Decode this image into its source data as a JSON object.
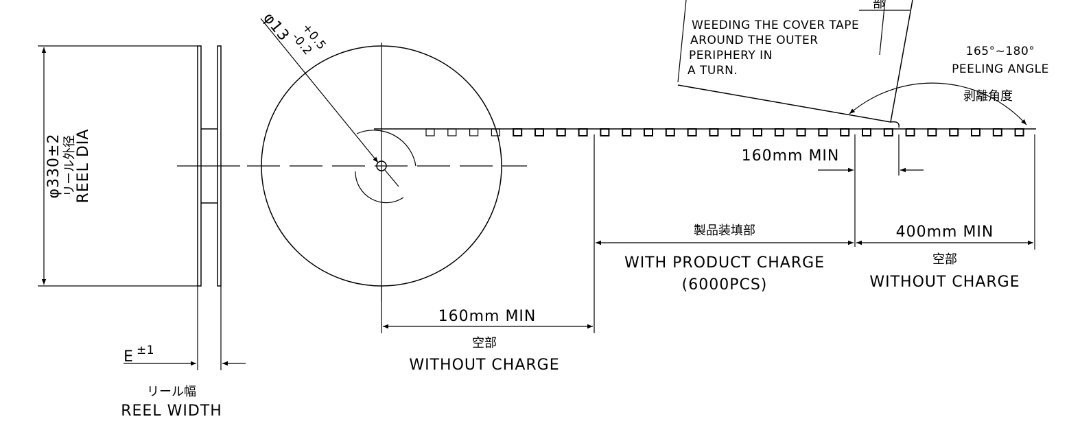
{
  "reel_side": {
    "diameter_label": "φ330±2",
    "diameter_jp": "リール外径",
    "diameter_en": "REEL DIA",
    "width_symbol": "E",
    "width_tolerance": "±1",
    "width_jp": "リール幅",
    "width_en": "REEL WIDTH"
  },
  "hub": {
    "bore_label": "φ13",
    "tol_plus": "+0.5",
    "tol_minus": "-0.2"
  },
  "leader": {
    "length": "160mm MIN",
    "jp": "空部",
    "en": "WITHOUT CHARGE"
  },
  "product": {
    "jp": "製品装填部",
    "en": "WITH PRODUCT CHARGE",
    "qty": "(6000PCS)"
  },
  "trailer": {
    "length": "400mm MIN",
    "jp": "空部",
    "en": "WITHOUT CHARGE"
  },
  "peel": {
    "length": "160mm MIN",
    "angle": "165°~180°",
    "angle_en": "PEELING ANGLE",
    "angle_jp": "剥離角度"
  },
  "note": {
    "corner_jp": "部",
    "line1": "WEEDING THE COVER TAPE",
    "line2": "AROUND THE OUTER",
    "line3": "PERIPHERY IN",
    "line4": "A TURN."
  }
}
